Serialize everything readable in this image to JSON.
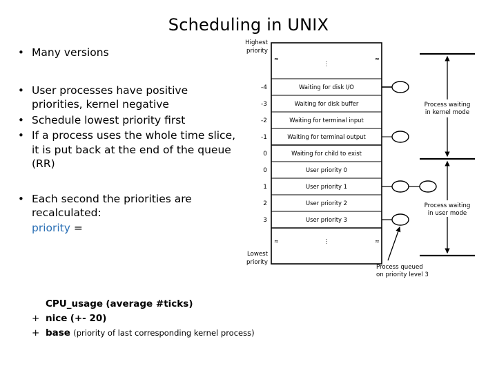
{
  "slide": {
    "title": "Scheduling in UNIX"
  },
  "bullets": [
    {
      "text": "Many versions"
    },
    {
      "text": "User processes have positive priorities, kernel negative"
    },
    {
      "text": "Schedule lowest priority first"
    },
    {
      "text": "If a process uses the whole time slice, it is put back at the end of the queue (RR)"
    },
    {
      "text": "Each second the priorities are recalculated:"
    }
  ],
  "formula": {
    "keyword": "priority",
    "equals": "=",
    "lines": [
      {
        "op": "",
        "term": "CPU_usage",
        "rest": "(average #ticks)",
        "note": ""
      },
      {
        "op": "+",
        "term": "nice",
        "rest": "(+- 20)",
        "note": ""
      },
      {
        "op": "+",
        "term": "base",
        "rest": "",
        "note": "(priority of last corresponding kernel process)"
      }
    ]
  },
  "diagram": {
    "label_highest_line1": "Highest",
    "label_highest_line2": "priority",
    "label_lowest_line1": "Lowest",
    "label_lowest_line2": "priority",
    "rows": [
      {
        "num": "-4",
        "label": "Waiting for disk I/O",
        "circles": 1
      },
      {
        "num": "-3",
        "label": "Waiting for disk buffer",
        "circles": 0
      },
      {
        "num": "-2",
        "label": "Waiting for terminal input",
        "circles": 0
      },
      {
        "num": "-1",
        "label": "Waiting for terminal output",
        "circles": 1
      },
      {
        "num": "0",
        "label": "Waiting for child to exist",
        "circles": 0
      },
      {
        "num": "0",
        "label": "User priority 0",
        "circles": 0
      },
      {
        "num": "1",
        "label": "User priority 1",
        "circles": 2
      },
      {
        "num": "2",
        "label": "User priority 2",
        "circles": 0
      },
      {
        "num": "3",
        "label": "User priority 3",
        "circles": 1
      }
    ],
    "annotations": {
      "kernel_mode_line1": "Process waiting",
      "kernel_mode_line2": "in kernel mode",
      "user_mode_line1": "Process waiting",
      "user_mode_line2": "in user mode",
      "queued_line1": "Process queued",
      "queued_line2": "on priority level 3"
    },
    "ellipsis_glyph": "⋮",
    "break_glyph": "≈"
  },
  "colors": {
    "keyword_blue": "#2a6fb5",
    "ink": "#000000",
    "background": "#ffffff"
  }
}
